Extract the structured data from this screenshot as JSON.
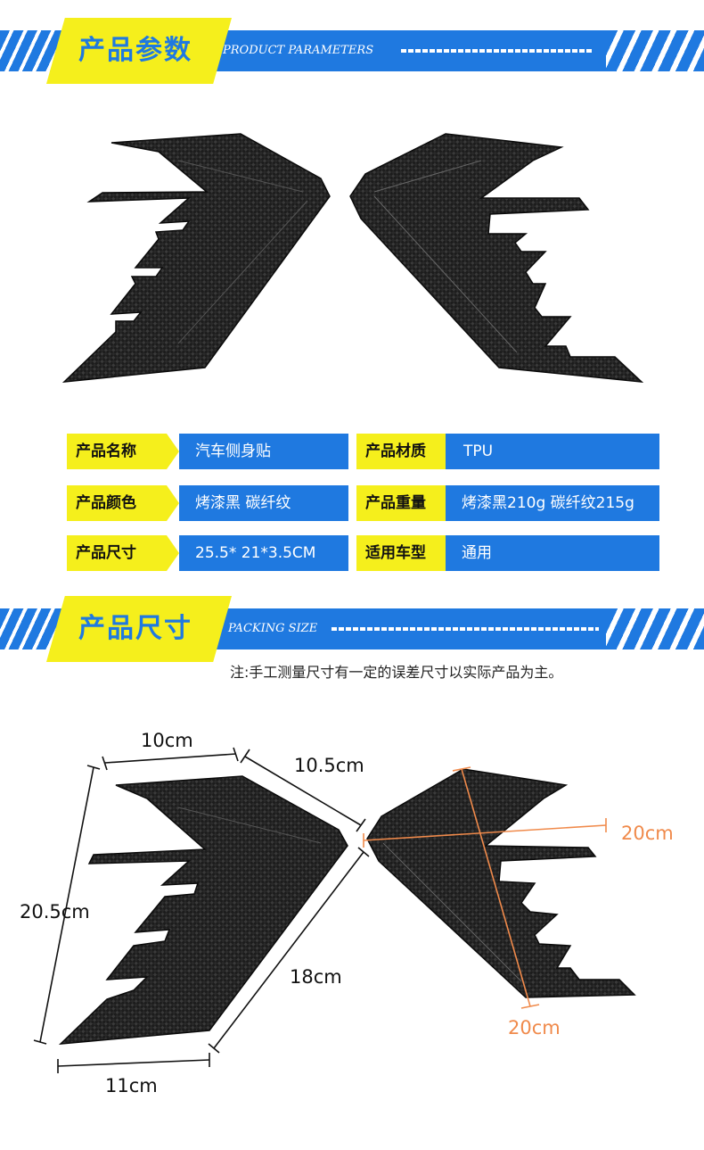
{
  "section1": {
    "title_cn": "产品参数",
    "title_en": "PRODUCT PARAMETERS"
  },
  "specs": [
    {
      "label": "产品名称",
      "value": "汽车侧身贴"
    },
    {
      "label": "产品材质",
      "value": "TPU"
    },
    {
      "label": "产品颜色",
      "value": "烤漆黑 碳纤纹"
    },
    {
      "label": "产品重量",
      "value": "烤漆黑210g  碳纤纹215g"
    },
    {
      "label": "产品尺寸",
      "value": "25.5* 21*3.5CM"
    },
    {
      "label": "适用车型",
      "value": "通用"
    }
  ],
  "section2": {
    "title_cn": "产品尺寸",
    "title_en": "PACKING SIZE"
  },
  "note": "注:手工测量尺寸有一定的误差尺寸以实际产品为主。",
  "dimensions": {
    "top_width": "10cm",
    "diagonal_top": "10.5cm",
    "height_left": "20.5cm",
    "diagonal_bottom": "18cm",
    "bottom_width": "11cm",
    "right_horizontal": "20cm",
    "right_vertical": "20cm"
  },
  "colors": {
    "blue": "#1f79e0",
    "yellow": "#f5ef1c",
    "orange": "#f08a4b",
    "product": "#1c1c1c"
  }
}
